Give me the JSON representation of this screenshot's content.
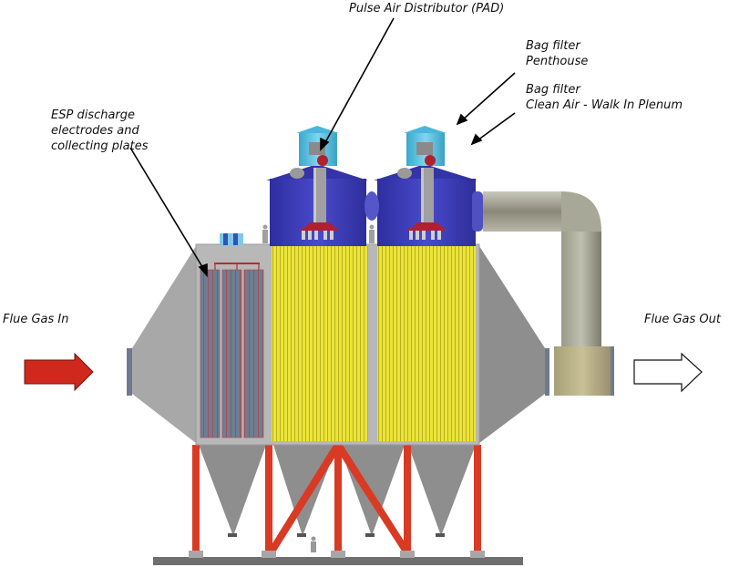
{
  "diagram": {
    "type": "hybrid ESP / bag filter side elevation",
    "labels": {
      "pad": "Pulse Air Distributor (PAD)",
      "penthouse": [
        "Bag filter",
        "Penthouse"
      ],
      "plenum": [
        "Bag filter",
        "Clean Air - Walk In Plenum"
      ],
      "esp": [
        "ESP discharge",
        "electrodes and",
        "collecting plates"
      ],
      "gas_in": "Flue Gas In",
      "gas_out": "Flue Gas Out"
    },
    "colors": {
      "casing": "#b4b4b4",
      "casing_dark": "#9a9a9a",
      "bag_filter": "#e8e02a",
      "plenum": "#3b3bb0",
      "penthouse": "#5cc4e0",
      "structure": "#d93a24",
      "inlet_arrow": "#d0281c",
      "outlet_arrow": "#ffffff",
      "duct": "#9c9a86",
      "esp_plates": "#6e7e90",
      "ground": "#6f6f6f"
    },
    "counts": {
      "esp_plate_banks": 3,
      "bag_filter_modules": 2,
      "hoppers": 4,
      "support_columns": 5
    }
  }
}
